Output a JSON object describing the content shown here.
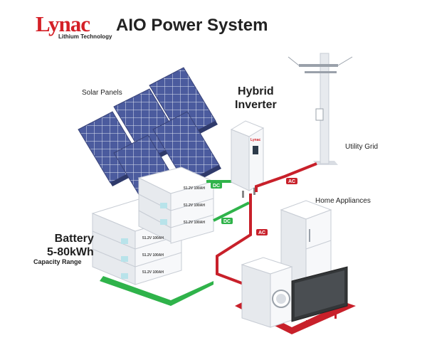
{
  "brand": {
    "logo_text": "Lynac",
    "logo_sub": "Lithium Technology"
  },
  "title": "AIO Power System",
  "labels": {
    "solar": "Solar Panels",
    "inverter_line1": "Hybrid",
    "inverter_line2": "Inverter",
    "grid": "Utility Grid",
    "appliances": "Home Appliances",
    "battery_line1": "Battery",
    "battery_line2": "5-80kWh",
    "battery_sub": "Capacity Range"
  },
  "connectors": {
    "dc": "DC",
    "ac": "AC"
  },
  "module_label": "51.2V 100AH",
  "inverter_brand": "Lynac",
  "colors": {
    "brand_red": "#d42027",
    "dc_green": "#2fb34a",
    "ac_red": "#c8202a",
    "panel_blue": "#4a5aa0"
  }
}
